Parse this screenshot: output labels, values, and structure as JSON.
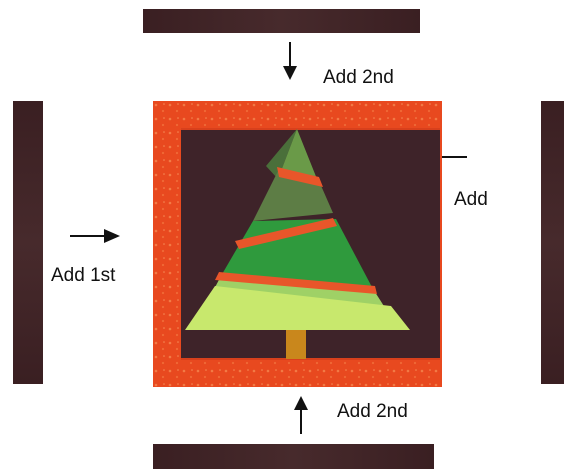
{
  "labels": {
    "top_strip": "Add 2nd",
    "bottom_strip": "Add 2nd",
    "left_strip": "Add 1st",
    "right_strip": "Add"
  },
  "colors": {
    "sashing_brown": "#3f2226",
    "border_orange": "#e8491f",
    "block_background": "#3e2329",
    "tree_dark_green": "#4a6f3a",
    "tree_mid_green": "#2f9a3d",
    "tree_light_green": "#9fd166",
    "tree_lime": "#c8e86d",
    "tree_stripe_orange": "#e8562a",
    "trunk": "#c9871c",
    "arrow": "#111111"
  },
  "icons": {
    "top_arrow": "arrow-down-icon",
    "bottom_arrow": "arrow-up-icon",
    "left_arrow": "arrow-right-icon",
    "right_marker": "dash-line-icon"
  }
}
